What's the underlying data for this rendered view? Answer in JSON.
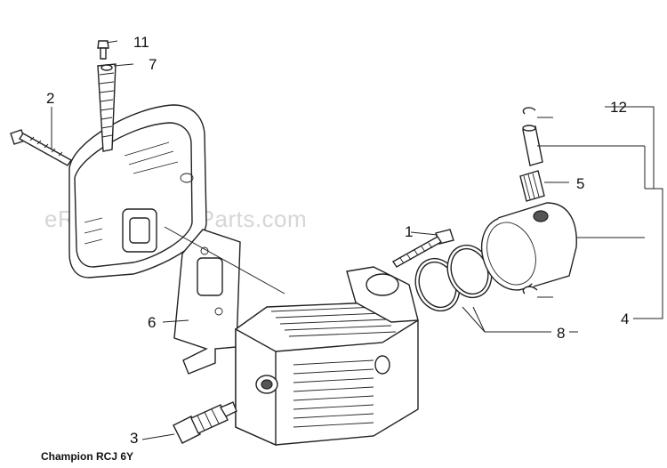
{
  "watermark": "eReplacementParts.com",
  "callouts": [
    {
      "id": "1",
      "label": "1"
    },
    {
      "id": "2",
      "label": "2"
    },
    {
      "id": "3",
      "label": "3"
    },
    {
      "id": "4",
      "label": "4"
    },
    {
      "id": "5",
      "label": "5"
    },
    {
      "id": "6",
      "label": "6"
    },
    {
      "id": "7",
      "label": "7"
    },
    {
      "id": "8",
      "label": "8"
    },
    {
      "id": "11",
      "label": "11"
    },
    {
      "id": "12",
      "label": "12"
    }
  ],
  "spark_plug_caption": "Champion RCJ 6Y"
}
